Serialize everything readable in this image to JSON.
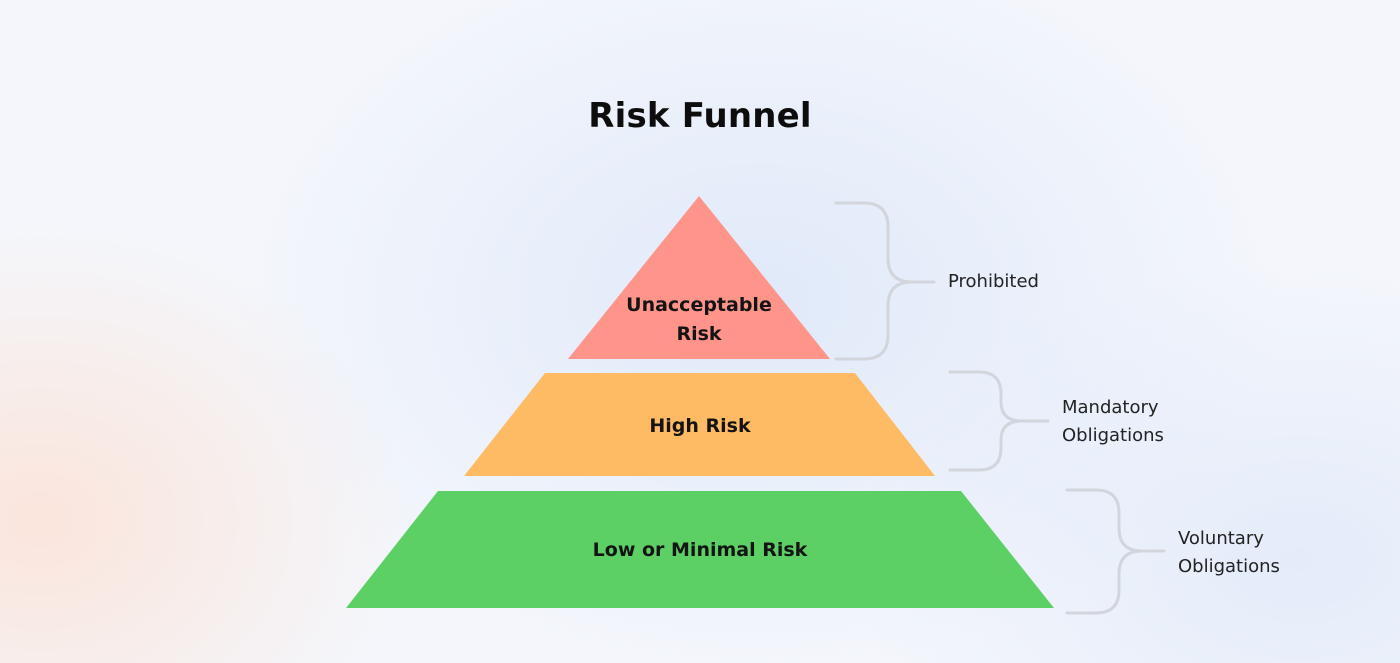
{
  "title": "Risk Funnel",
  "tiers": [
    {
      "label_lines": [
        "Unacceptable",
        "Risk"
      ],
      "color": "#ff948a",
      "category_lines": [
        "Prohibited"
      ]
    },
    {
      "label_lines": [
        "High Risk"
      ],
      "color": "#ffbb63",
      "category_lines": [
        "Mandatory",
        "Obligations"
      ]
    },
    {
      "label_lines": [
        "Low or Minimal Risk"
      ],
      "color": "#5ccf65",
      "category_lines": [
        "Voluntary",
        "Obligations"
      ]
    }
  ],
  "brace_color": "#d2d5dc"
}
